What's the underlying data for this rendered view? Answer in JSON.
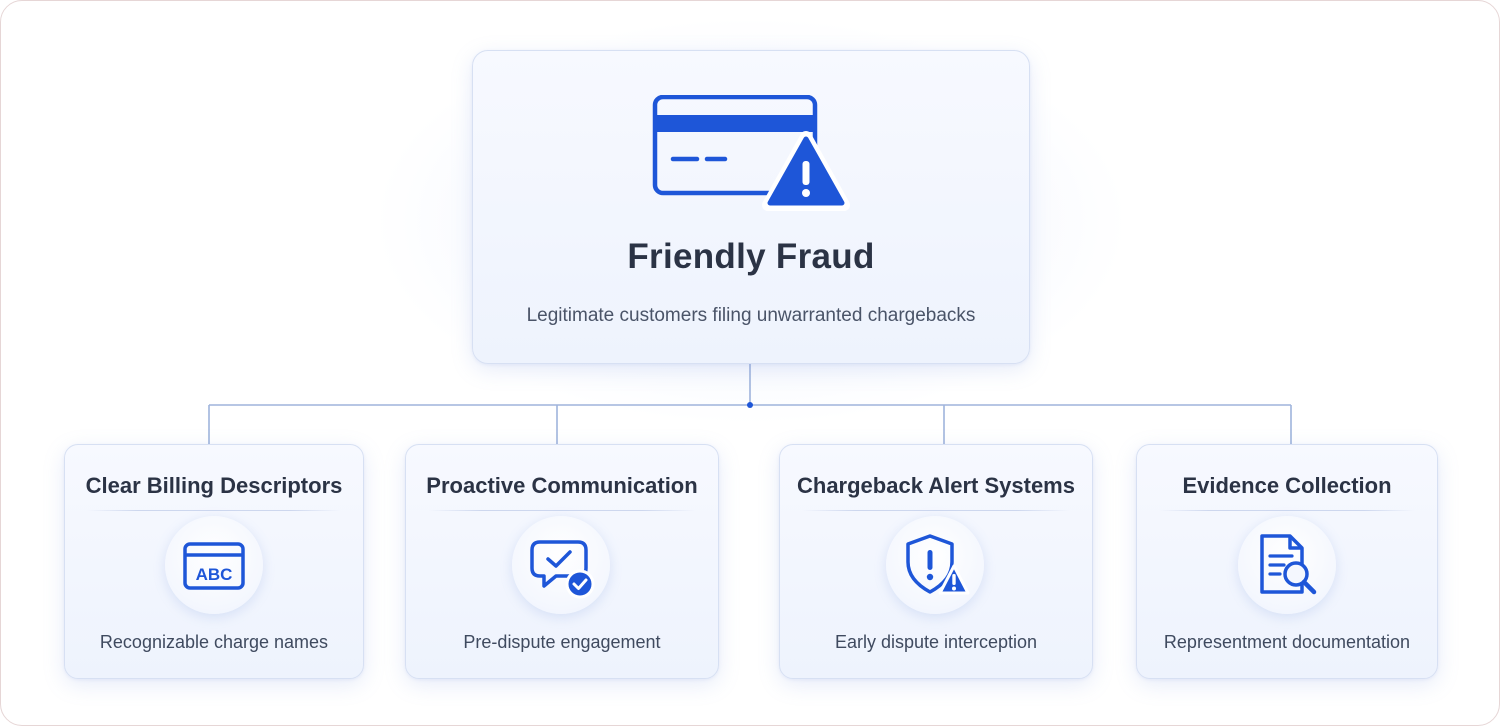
{
  "main": {
    "title": "Friendly Fraud",
    "subtitle": "Legitimate customers filing unwarranted chargebacks",
    "icon": "credit-card-warning-icon"
  },
  "strategies": [
    {
      "title": "Clear Billing Descriptors",
      "description": "Recognizable charge names",
      "icon": "billing-descriptor-icon",
      "icon_text": "ABC"
    },
    {
      "title": "Proactive Communication",
      "description": "Pre-dispute engagement",
      "icon": "chat-check-icon"
    },
    {
      "title": "Chargeback Alert Systems",
      "description": "Early dispute interception",
      "icon": "shield-alert-icon"
    },
    {
      "title": "Evidence Collection",
      "description": "Representment documentation",
      "icon": "document-search-icon"
    }
  ],
  "colors": {
    "accent": "#1e56d8",
    "connector": "#9fb4dc",
    "title_text": "#2b3345",
    "body_text": "#3f4a5f"
  }
}
